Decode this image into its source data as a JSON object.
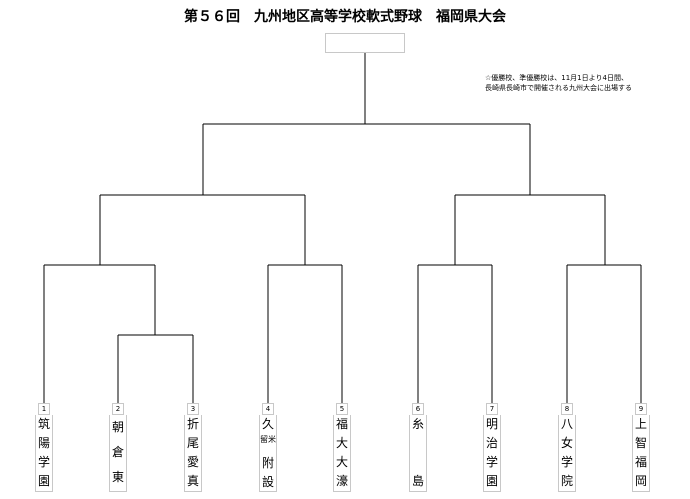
{
  "title": "第５６回　九州地区高等学校軟式野球　福岡県大会",
  "note": "☆優勝校、準優勝校は、11月1日より4日間、\n長崎県長崎市で開催される九州大会に出場する",
  "teams": [
    {
      "num": "1",
      "chars": [
        "筑",
        "陽",
        "学",
        "園"
      ]
    },
    {
      "num": "2",
      "chars": [
        "朝",
        "倉",
        "東"
      ]
    },
    {
      "num": "3",
      "chars": [
        "折",
        "尾",
        "愛",
        "真"
      ]
    },
    {
      "num": "4",
      "chars": [
        "久",
        "留米",
        "附",
        "設"
      ]
    },
    {
      "num": "5",
      "chars": [
        "福",
        "大",
        "大",
        "濠"
      ]
    },
    {
      "num": "6",
      "chars": [
        "糸",
        "",
        "",
        "島"
      ]
    },
    {
      "num": "7",
      "chars": [
        "明",
        "治",
        "学",
        "園"
      ]
    },
    {
      "num": "8",
      "chars": [
        "八",
        "女",
        "学",
        "院"
      ]
    },
    {
      "num": "9",
      "chars": [
        "上",
        "智",
        "福",
        "岡"
      ]
    }
  ]
}
